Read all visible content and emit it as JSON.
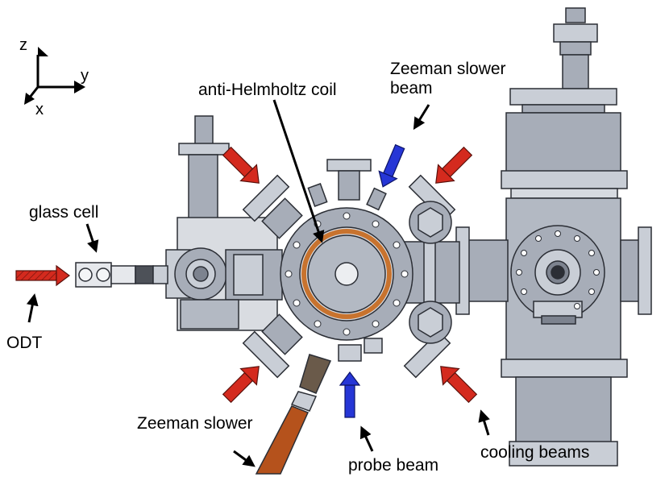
{
  "axes": {
    "z": "z",
    "y": "y",
    "x": "x"
  },
  "labels": {
    "coil": "anti-Helmholtz coil",
    "zeeman_beam_line1": "Zeeman slower",
    "zeeman_beam_line2": "beam",
    "glass_cell": "glass cell",
    "odt": "ODT",
    "zeeman_slower": "Zeeman slower",
    "probe_beam": "probe beam",
    "cooling_beams": "cooling beams"
  },
  "colors": {
    "steel": "#a7adb8",
    "steel_dark": "#7d838f",
    "steel_light": "#c9ced6",
    "outline": "#2b2e35",
    "red_beam": "#d42a1e",
    "blue_beam": "#2636d6",
    "coil_copper": "#c8732e",
    "slower_tube": "#b5521c"
  }
}
